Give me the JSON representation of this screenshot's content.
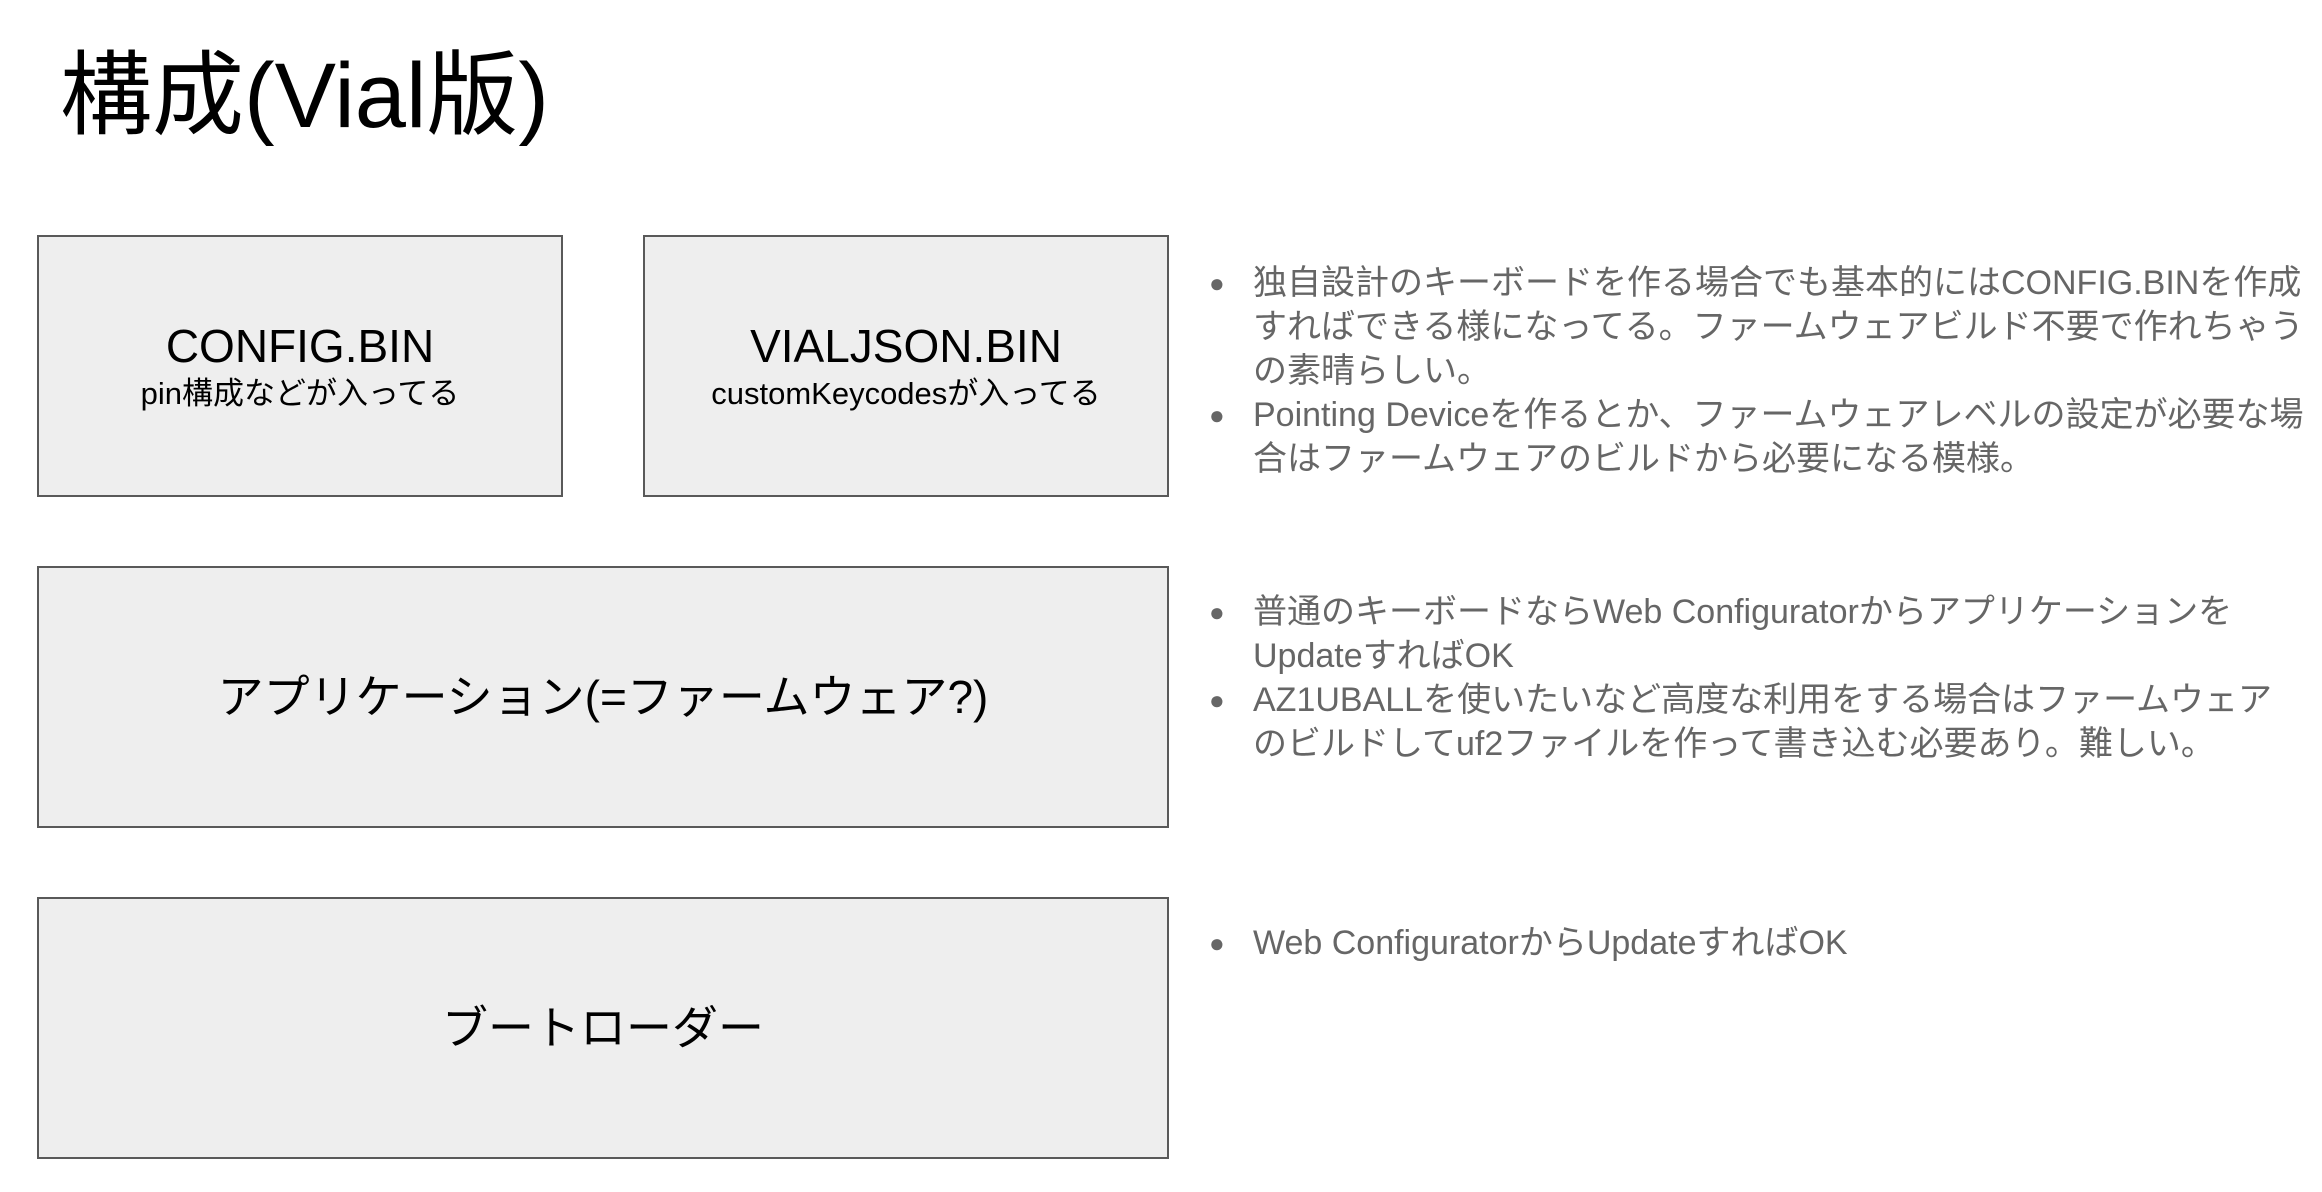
{
  "title": "構成(Vial版)",
  "boxes": {
    "config": {
      "main": "CONFIG.BIN",
      "sub": "pin構成などが入ってる"
    },
    "vialjson": {
      "main": "VIALJSON.BIN",
      "sub": "customKeycodesが入ってる"
    },
    "application": {
      "main": "アプリケーション(=ファームウェア?)"
    },
    "bootloader": {
      "main": "ブートローダー"
    }
  },
  "notes": {
    "top": [
      "独自設計のキーボードを作る場合でも基本的にはCONFIG.BINを作成すればできる様になってる。ファームウェアビルド不要で作れちゃうの素晴らしい。",
      "Pointing Deviceを作るとか、ファームウェアレベルの設定が必要な場合はファームウェアのビルドから必要になる模様。"
    ],
    "middle": [
      "普通のキーボードならWeb ConfiguratorからアプリケーションをUpdateすればOK",
      "AZ1UBALLを使いたいなど高度な利用をする場合はファームウェアのビルドしてuf2ファイルを作って書き込む必要あり。難しい。"
    ],
    "bottom": [
      "Web ConfiguratorからUpdateすればOK"
    ]
  },
  "colors": {
    "box_fill": "#eeeeee",
    "box_border": "#595959",
    "note_text": "#666666"
  }
}
